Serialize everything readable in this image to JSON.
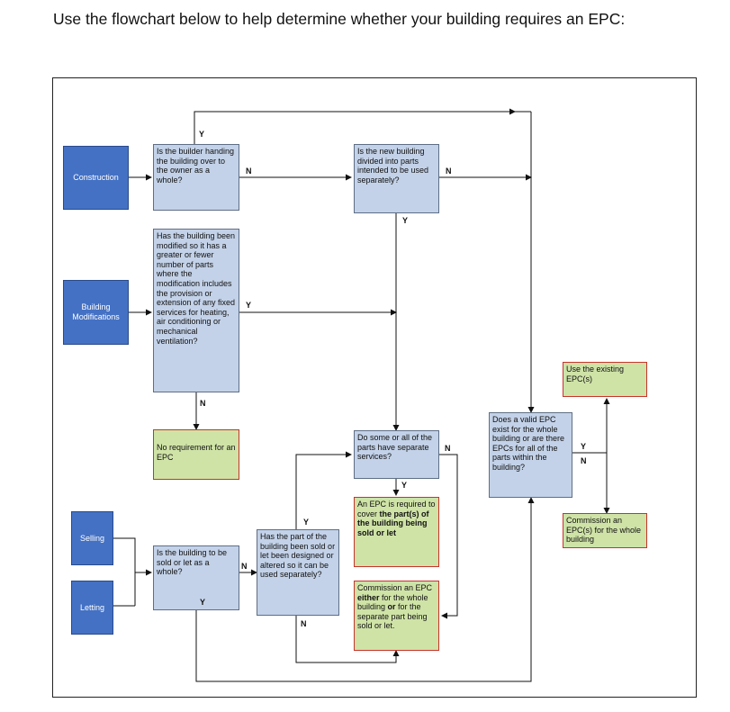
{
  "intro": "Use the flowchart below to help determine whether your building requires an EPC:",
  "boxes": {
    "construction": "Construction",
    "building_mods": "Building Modifications",
    "selling": "Selling",
    "letting": "Letting",
    "q_handing_over": "Is the builder handing the building over to the owner as a whole?",
    "q_modified": "Has the building been modified so it has a greater or fewer number of parts where the modification includes the provision or extension of any fixed services for heating, air conditioning or mechanical ventilation?",
    "q_divided": "Is the new building divided into parts intended to be used separately?",
    "no_requirement": "No requirement for an EPC",
    "q_separate_services": "Do some or all of the parts have separate services?",
    "q_valid_epc": "Does a valid EPC exist for the whole building or are there EPCs for all of the parts within the building?",
    "use_existing": "Use the existing EPC(s)",
    "commission_whole": "Commission an EPC(s) for the whole building",
    "q_sold_whole": "Is the building to be sold or let as a whole?",
    "q_part_sold": "Has the part of the building been sold or let been designed or altered so it can be used separately?",
    "epc_required_pre": "An EPC is required to cover ",
    "epc_required_bold": "the part(s) of the building being sold or let",
    "commission_either_1": "Commission an EPC ",
    "commission_either_b1": "either",
    "commission_either_2": " for the whole building ",
    "commission_either_b2": "or",
    "commission_either_3": " for the separate part being sold or let."
  },
  "labels": {
    "y": "Y",
    "n": "N"
  },
  "colors": {
    "dark_box": "#4471c4",
    "question_box": "#c3d2e8",
    "outcome_box": "#cfe3a7",
    "outcome_border": "#c8332b"
  }
}
